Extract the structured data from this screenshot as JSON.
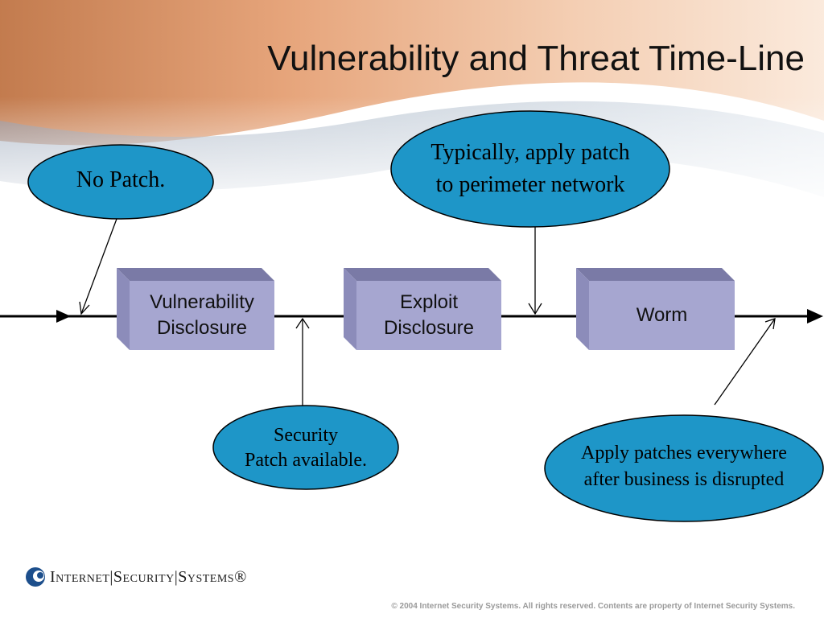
{
  "slide": {
    "title": "Vulnerability and Threat Time-Line"
  },
  "timeline": {
    "stages": [
      {
        "label": "Vulnerability\nDisclosure"
      },
      {
        "label": "Exploit\nDisclosure"
      },
      {
        "label": "Worm"
      }
    ]
  },
  "callouts": [
    {
      "label": "No Patch."
    },
    {
      "label": "Typically, apply patch\nto perimeter network"
    },
    {
      "label": "Security\nPatch available."
    },
    {
      "label": "Apply patches everywhere\nafter business is disrupted"
    }
  ],
  "footer": {
    "logo_text": "Internet|Security|Systems®",
    "copyright": "© 2004 Internet Security Systems. All rights reserved. Contents are property of Internet Security Systems."
  },
  "colors": {
    "callout_fill": "#1e96c8",
    "box_front": "#a6a6d0",
    "box_top": "#7a7aa6",
    "box_side": "#8c8cba",
    "accent_orange": "#d47a4a",
    "logo_blue": "#1d4f8c"
  }
}
